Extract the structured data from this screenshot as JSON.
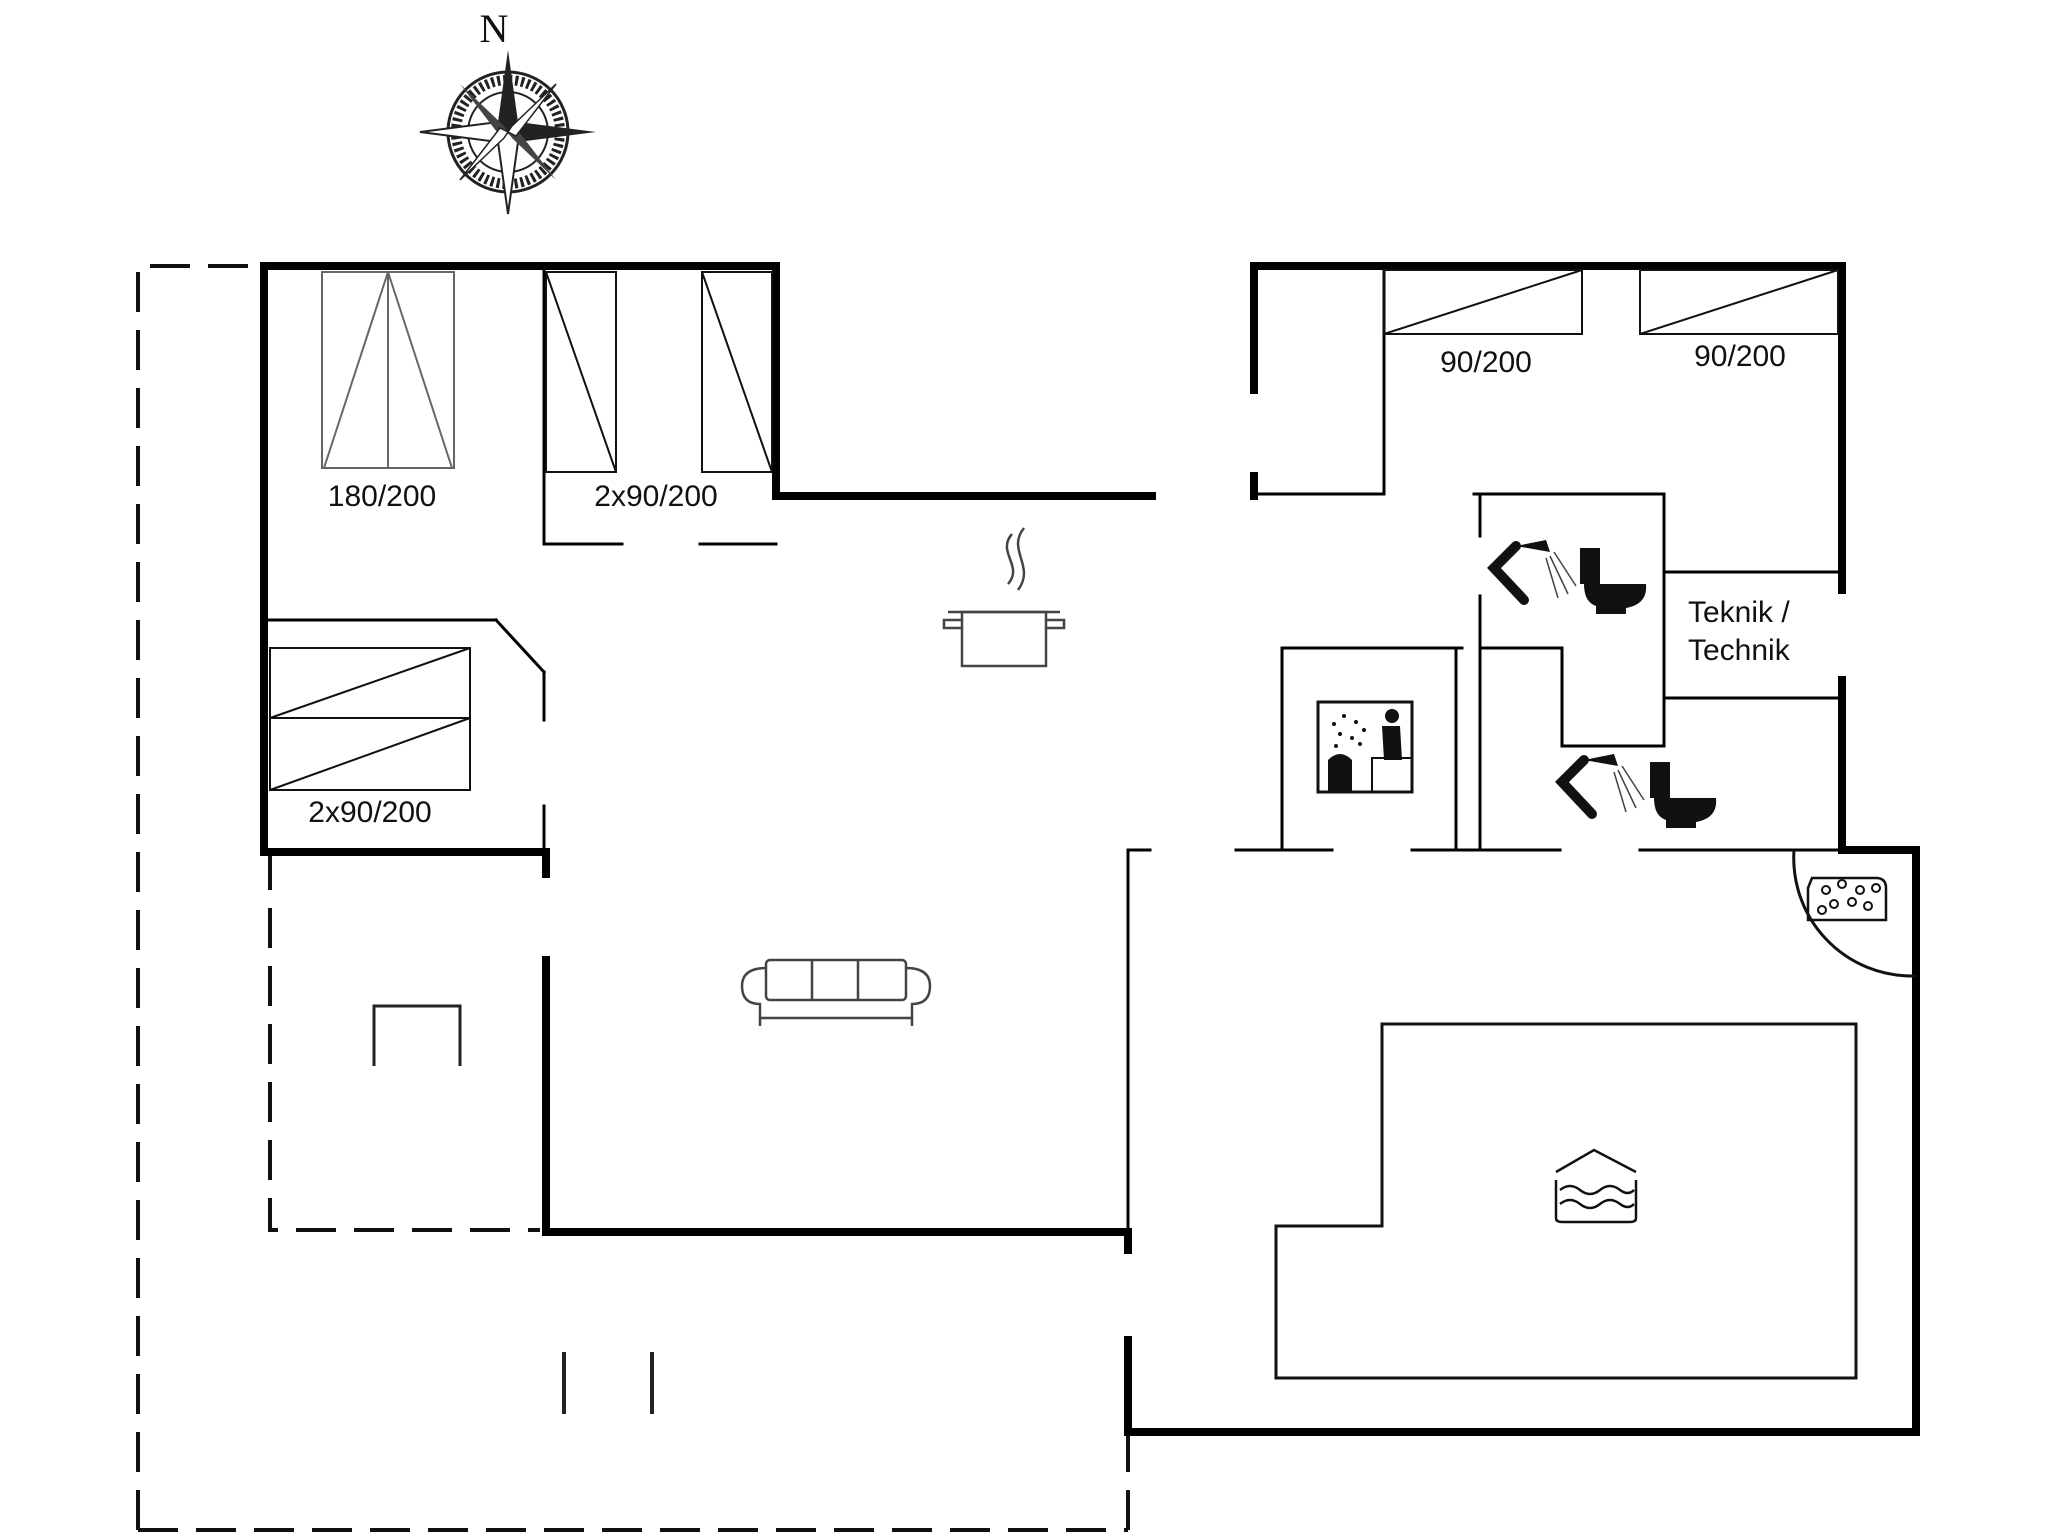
{
  "compass": {
    "north_label": "N",
    "icon": "compass-rose-icon"
  },
  "rooms": {
    "bedroom_1": {
      "bed_label": "180/200"
    },
    "bedroom_2": {
      "bed_label": "2x90/200"
    },
    "bedroom_3": {
      "bed_label": "2x90/200"
    },
    "bedroom_4": {
      "bed_label": "90/200"
    },
    "bedroom_5": {
      "bed_label": "90/200"
    },
    "technical_room": {
      "label_line_1": "Teknik /",
      "label_line_2": "Technik"
    }
  },
  "icons": {
    "kitchen": "cooking-pot-icon",
    "living_room": "sofa-icon",
    "sauna": "sauna-icon",
    "bathroom_1": "shower-icon",
    "toilet_1": "toilet-icon",
    "bathroom_2": "shower-icon",
    "toilet_2": "toilet-icon",
    "spa": "whirlpool-icon",
    "pool": "swimming-pool-icon"
  },
  "colors": {
    "wall": "#000000",
    "furniture": "#444444",
    "background": "#ffffff"
  }
}
